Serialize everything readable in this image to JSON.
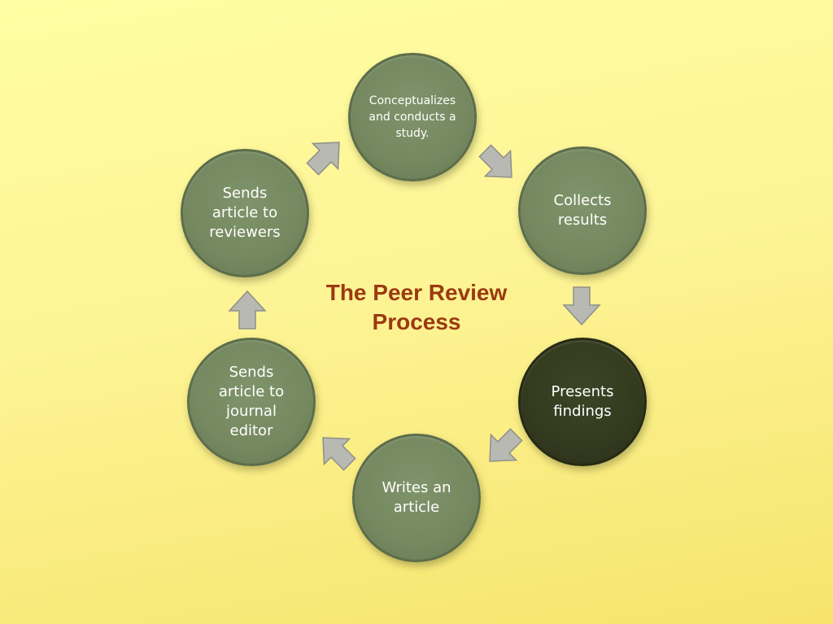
{
  "title": "The Peer Review\nProcess",
  "colors": {
    "background": "#fdf496",
    "node_fill": "#76895f",
    "node_highlight": "#343b1f",
    "title_text": "#9b3a11",
    "arrow_fill": "#b9b9b4"
  },
  "steps": [
    {
      "label": "Conceptualizes\nand conducts a\nstudy.",
      "highlighted": false
    },
    {
      "label": "Collects\nresults",
      "highlighted": false
    },
    {
      "label": "Presents\nfindings",
      "highlighted": true
    },
    {
      "label": "Writes an\narticle",
      "highlighted": false
    },
    {
      "label": "Sends\narticle to\njournal\neditor",
      "highlighted": false
    },
    {
      "label": "Sends\narticle to\nreviewers",
      "highlighted": false
    }
  ],
  "arrows": [
    {
      "direction": "down-right",
      "icon": "arrow-down-right-icon"
    },
    {
      "direction": "down",
      "icon": "arrow-down-icon"
    },
    {
      "direction": "down-left",
      "icon": "arrow-down-left-icon"
    },
    {
      "direction": "up-left",
      "icon": "arrow-up-left-icon"
    },
    {
      "direction": "up",
      "icon": "arrow-up-icon"
    },
    {
      "direction": "up-right",
      "icon": "arrow-up-right-icon"
    }
  ]
}
